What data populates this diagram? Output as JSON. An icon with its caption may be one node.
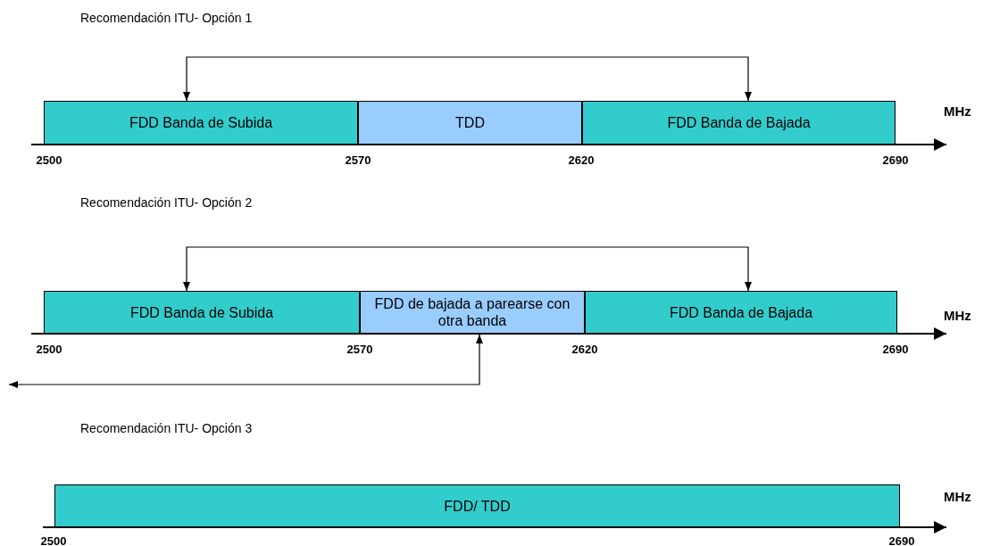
{
  "diagram": {
    "nodes": [
      {
        "text": [
          "FDD Banda de Subida"
        ]
      },
      {
        "text": [
          "TDD"
        ]
      },
      {
        "text": [
          "FDD Banda de Bajada"
        ]
      },
      {
        "text": [
          "FDD Banda de Subida"
        ]
      },
      {
        "text": [
          "FDD de bajada a parearse con otra banda"
        ]
      },
      {
        "text": [
          "FDD Banda de Bajada"
        ]
      },
      {
        "text": [
          "FDD/ TDD"
        ]
      }
    ],
    "edges": [
      {
        "from": 0,
        "to": 2,
        "arrow": "both"
      },
      {
        "from": 3,
        "to": 5,
        "arrow": "both"
      },
      {
        "from": 4,
        "to": null,
        "arrow": "both"
      }
    ],
    "labels": [
      "Recomendación ITU- Opción 1",
      "MHz",
      "2500",
      "2570",
      "2620",
      "2690",
      "Recomendación ITU- Opción 2",
      "MHz",
      "2500",
      "2570",
      "2620",
      "2690",
      "Recomendación ITU- Opción 3",
      "MHz",
      "2500",
      "2690"
    ]
  }
}
